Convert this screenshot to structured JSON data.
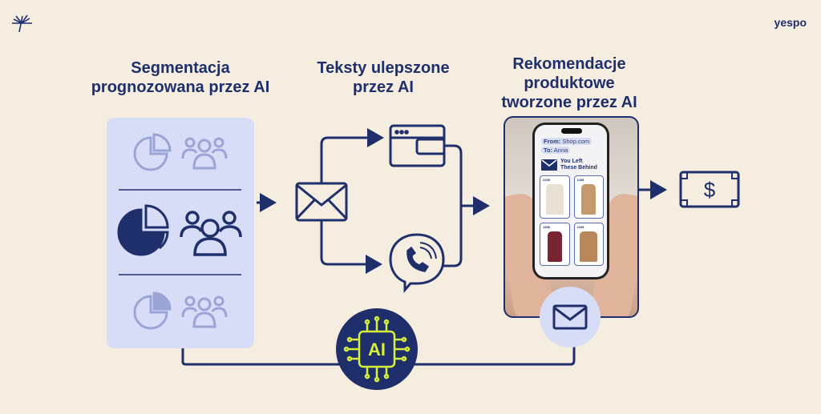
{
  "brand": {
    "name": "yespo",
    "logo_icon": "sparkle-logo-icon"
  },
  "steps": [
    {
      "title_lines": [
        "Segmentacja",
        "prognozowana przez AI"
      ]
    },
    {
      "title_lines": [
        "Teksty ulepszone",
        "przez AI"
      ]
    },
    {
      "title_lines": [
        "Rekomendacje",
        "produktowe",
        "tworzone przez AI"
      ]
    }
  ],
  "phone": {
    "from_label": "From:",
    "from_value": "Shop.com",
    "to_label": "To:",
    "to_value": "Anna",
    "headline_lines": [
      "You Left",
      "These Behind"
    ],
    "products": [
      {
        "price": "220$",
        "color": "#e8e0d2"
      },
      {
        "price": "120$",
        "color": "#c49a6c"
      },
      {
        "price": "190$",
        "color": "#7a2333"
      },
      {
        "price": "220$",
        "color": "#b8875a"
      }
    ]
  },
  "ai_chip": {
    "label": "AI"
  },
  "colors": {
    "navy": "#1f2f6c",
    "panel": "#d7ddf6",
    "accent": "#d6f03c",
    "background": "#f5ede0"
  }
}
